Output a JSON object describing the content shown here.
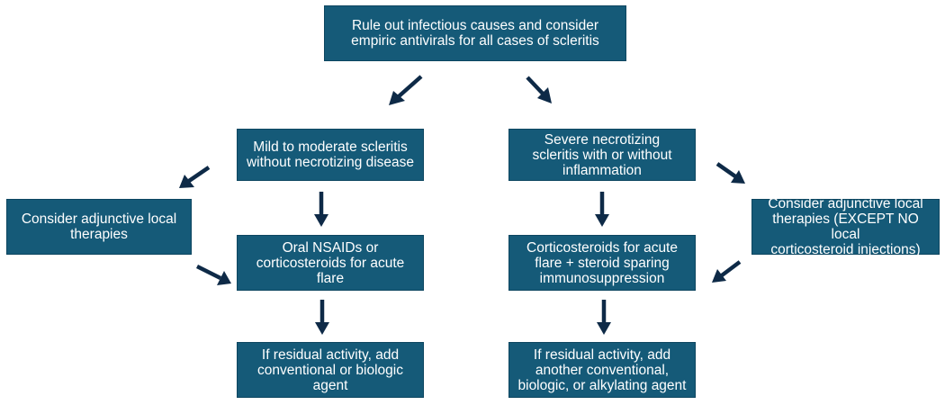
{
  "flowchart": {
    "top": "Rule out infectious causes and consider\nempiric antivirals for all cases of scleritis",
    "left_branch": {
      "header": "Mild to moderate scleritis\nwithout necrotizing disease",
      "adjunct": "Consider adjunctive local\ntherapies",
      "treatment": "Oral NSAIDs or\ncorticosteroids for acute\nflare",
      "escalation": "If residual activity, add\nconventional or biologic\nagent"
    },
    "right_branch": {
      "header": "Severe necrotizing\nscleritis with or without\ninflammation",
      "adjunct": "Consider adjunctive local\ntherapies (EXCEPT NO local\ncorticosteroid injections)",
      "treatment": "Corticosteroids for acute\nflare + steroid sparing\nimmunosuppression",
      "escalation": "If residual activity, add\nanother conventional,\nbiologic, or alkylating agent"
    },
    "colors": {
      "box_fill": "#155a78",
      "box_text": "#ffffff",
      "arrow": "#0e2a47"
    }
  }
}
